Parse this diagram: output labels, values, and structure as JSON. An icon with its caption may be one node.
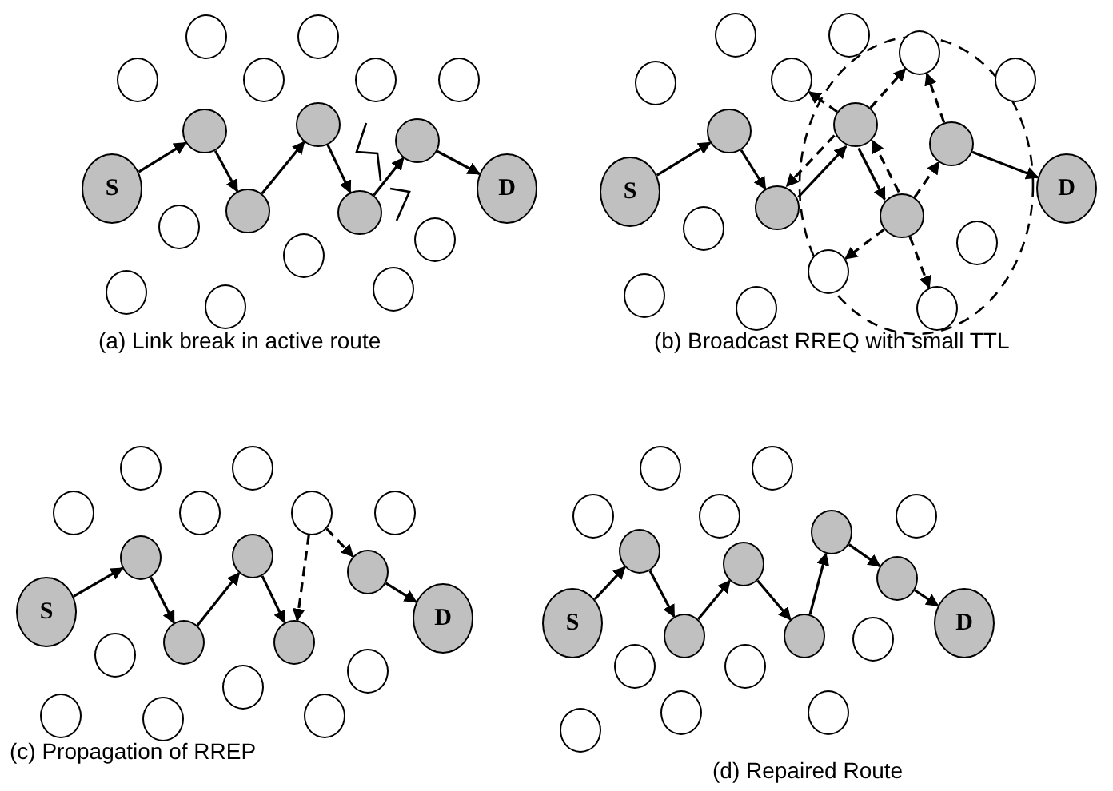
{
  "diagram": {
    "nodes": [
      {
        "text": [
          "S"
        ]
      },
      {
        "text": [],
        "shape": "circle"
      },
      {
        "text": [],
        "shape": "circle"
      },
      {
        "text": [],
        "shape": "circle"
      },
      {
        "text": [],
        "shape": "circle"
      },
      {
        "text": [],
        "shape": "circle"
      },
      {
        "text": [
          "D"
        ]
      },
      {
        "text": [],
        "shape": "circle"
      },
      {
        "text": [],
        "shape": "circle"
      },
      {
        "text": [],
        "shape": "circle"
      },
      {
        "text": [],
        "shape": "circle"
      },
      {
        "text": [],
        "shape": "circle"
      },
      {
        "text": [],
        "shape": "circle"
      },
      {
        "text": [],
        "shape": "circle"
      },
      {
        "text": [],
        "shape": "circle"
      },
      {
        "text": [],
        "shape": "circle"
      },
      {
        "text": [],
        "shape": "circle"
      },
      {
        "text": [],
        "shape": "circle"
      },
      {
        "text": [],
        "shape": "circle"
      },
      {
        "text": [
          "S"
        ]
      },
      {
        "text": [],
        "shape": "circle"
      },
      {
        "text": [],
        "shape": "circle"
      },
      {
        "text": [],
        "shape": "circle"
      },
      {
        "text": [],
        "shape": "circle"
      },
      {
        "text": [],
        "shape": "circle"
      },
      {
        "text": [
          "D"
        ]
      },
      {
        "text": [],
        "shape": "circle"
      },
      {
        "text": [],
        "shape": "circle"
      },
      {
        "text": [],
        "shape": "circle"
      },
      {
        "text": [],
        "shape": "circle"
      },
      {
        "text": [],
        "shape": "circle"
      },
      {
        "text": [],
        "shape": "circle"
      },
      {
        "text": [],
        "shape": "circle"
      },
      {
        "text": [],
        "shape": "circle"
      },
      {
        "text": [],
        "shape": "circle"
      },
      {
        "text": [],
        "shape": "circle"
      },
      {
        "text": [],
        "shape": "circle"
      },
      {
        "text": [],
        "shape": "circle"
      },
      {
        "text": [
          "S"
        ]
      },
      {
        "text": [],
        "shape": "circle"
      },
      {
        "text": [],
        "shape": "circle"
      },
      {
        "text": [],
        "shape": "circle"
      },
      {
        "text": [],
        "shape": "circle"
      },
      {
        "text": [],
        "shape": "circle"
      },
      {
        "text": [
          "D"
        ]
      },
      {
        "text": [],
        "shape": "circle"
      },
      {
        "text": [],
        "shape": "circle"
      },
      {
        "text": [],
        "shape": "circle"
      },
      {
        "text": [],
        "shape": "circle"
      },
      {
        "text": [],
        "shape": "circle"
      },
      {
        "text": [],
        "shape": "circle"
      },
      {
        "text": [],
        "shape": "circle"
      },
      {
        "text": [],
        "shape": "circle"
      },
      {
        "text": [],
        "shape": "circle"
      },
      {
        "text": [],
        "shape": "circle"
      },
      {
        "text": [],
        "shape": "circle"
      },
      {
        "text": [],
        "shape": "circle"
      },
      {
        "text": [
          "S"
        ]
      },
      {
        "text": [],
        "shape": "circle"
      },
      {
        "text": [],
        "shape": "circle"
      },
      {
        "text": [],
        "shape": "circle"
      },
      {
        "text": [],
        "shape": "circle"
      },
      {
        "text": [],
        "shape": "circle"
      },
      {
        "text": [],
        "shape": "circle"
      },
      {
        "text": [
          "D"
        ]
      },
      {
        "text": [],
        "shape": "circle"
      },
      {
        "text": [],
        "shape": "circle"
      },
      {
        "text": [],
        "shape": "circle"
      },
      {
        "text": [],
        "shape": "circle"
      },
      {
        "text": [],
        "shape": "circle"
      },
      {
        "text": [],
        "shape": "circle"
      },
      {
        "text": [],
        "shape": "circle"
      },
      {
        "text": [],
        "shape": "circle"
      },
      {
        "text": [],
        "shape": "circle"
      },
      {
        "text": [],
        "shape": "circle"
      },
      {
        "text": [],
        "shape": "circle"
      }
    ],
    "edges": [
      {
        "from": 0,
        "to": 1,
        "arrow": "to"
      },
      {
        "from": 1,
        "to": 2,
        "arrow": "to"
      },
      {
        "from": 2,
        "to": 3,
        "arrow": "to"
      },
      {
        "from": 3,
        "to": 4,
        "arrow": "to"
      },
      {
        "from": 4,
        "to": 5,
        "arrow": "to"
      },
      {
        "from": 5,
        "to": 6,
        "arrow": "to"
      },
      {
        "from": 19,
        "to": 20,
        "arrow": "to"
      },
      {
        "from": 20,
        "to": 21,
        "arrow": "to"
      },
      {
        "from": 21,
        "to": 22,
        "arrow": "to"
      },
      {
        "from": 22,
        "to": 23,
        "arrow": "to"
      },
      {
        "from": 24,
        "to": 25,
        "arrow": "to"
      },
      {
        "from": 22,
        "to": 28,
        "arrow": "to",
        "style": "dashed"
      },
      {
        "from": 22,
        "to": 30,
        "arrow": "to",
        "style": "dashed"
      },
      {
        "from": 24,
        "to": 30,
        "arrow": "to",
        "style": "dashed"
      },
      {
        "from": 22,
        "to": 21,
        "arrow": "to",
        "style": "dashed"
      },
      {
        "from": 23,
        "to": 22,
        "arrow": "to",
        "style": "dashed"
      },
      {
        "from": 23,
        "to": 24,
        "arrow": "to",
        "style": "dashed"
      },
      {
        "from": 23,
        "to": 36,
        "arrow": "to",
        "style": "dashed"
      },
      {
        "from": 23,
        "to": 37,
        "arrow": "to",
        "style": "dashed"
      },
      {
        "from": 38,
        "to": 39,
        "arrow": "to"
      },
      {
        "from": 39,
        "to": 40,
        "arrow": "to"
      },
      {
        "from": 40,
        "to": 41,
        "arrow": "to"
      },
      {
        "from": 41,
        "to": 42,
        "arrow": "to"
      },
      {
        "from": 49,
        "to": 42,
        "arrow": "to",
        "style": "dashed"
      },
      {
        "from": 49,
        "to": 43,
        "arrow": "to",
        "style": "dashed"
      },
      {
        "from": 43,
        "to": 44,
        "arrow": "to"
      },
      {
        "from": 57,
        "to": 58,
        "arrow": "to"
      },
      {
        "from": 58,
        "to": 59,
        "arrow": "to"
      },
      {
        "from": 59,
        "to": 60,
        "arrow": "to"
      },
      {
        "from": 60,
        "to": 61,
        "arrow": "to"
      },
      {
        "from": 61,
        "to": 62,
        "arrow": "to"
      },
      {
        "from": 62,
        "to": 63,
        "arrow": "to"
      },
      {
        "from": 63,
        "to": 64,
        "arrow": "to"
      }
    ],
    "labels": [
      "(a) Link break in active route",
      "(b) Broadcast RREQ with small TTL",
      "(c) Propagation of RREP",
      "(d) Repaired Route"
    ]
  }
}
